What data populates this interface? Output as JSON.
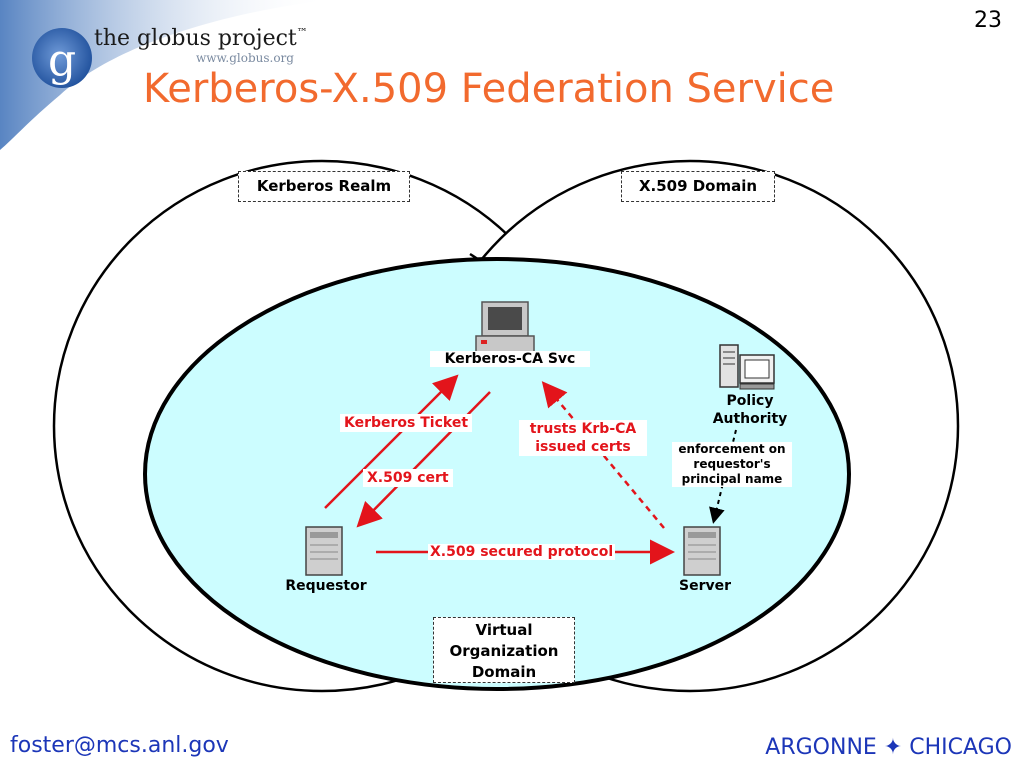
{
  "slide_number": "23",
  "logo": {
    "text": "the globus project",
    "tm": "™",
    "url": "www.globus.org",
    "letter": "g"
  },
  "title": "Kerberos-X.509 Federation Service",
  "labels": {
    "kerberos_realm": "Kerberos Realm",
    "x509_domain": "X.509 Domain",
    "vo_domain": "Virtual\nOrganization\nDomain"
  },
  "nodes": {
    "kerberos_ca": "Kerberos-CA Svc",
    "policy_authority": "Policy\nAuthority",
    "requestor": "Requestor",
    "server": "Server"
  },
  "edges": {
    "kerberos_ticket": "Kerberos Ticket",
    "x509_cert": "X.509 cert",
    "trusts": "trusts Krb-CA\nissued certs",
    "secured_protocol": "X.509 secured protocol",
    "enforcement": "enforcement on\nrequestor's\nprincipal name"
  },
  "colors": {
    "title": "#f26a2e",
    "arrows": "#e3141b",
    "vo_fill": "#ccfdff",
    "footer": "#1c36b8"
  },
  "footer": {
    "email": "foster@mcs.anl.gov",
    "org": "ARGONNE ✦ CHICAGO"
  }
}
